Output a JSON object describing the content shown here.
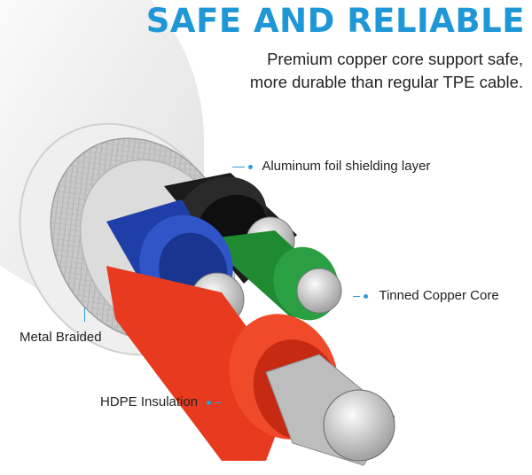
{
  "headline": "SAFE AND RELIABLE",
  "subheadline": "Premium copper core support safe, more durable than regular TPE cable.",
  "labels": {
    "aluminum_foil": "Aluminum foil shielding layer",
    "tinned_copper": "Tinned Copper Core",
    "metal_braided": "Metal Braided",
    "hdpe": "HDPE Insulation"
  },
  "colors": {
    "accent": "#1f97d6",
    "jacket": "#f4f4f4",
    "wire_black": "#1b1b1b",
    "wire_blue": "#1f3fa8",
    "wire_green": "#1f8a32",
    "wire_red": "#e83a1e"
  }
}
